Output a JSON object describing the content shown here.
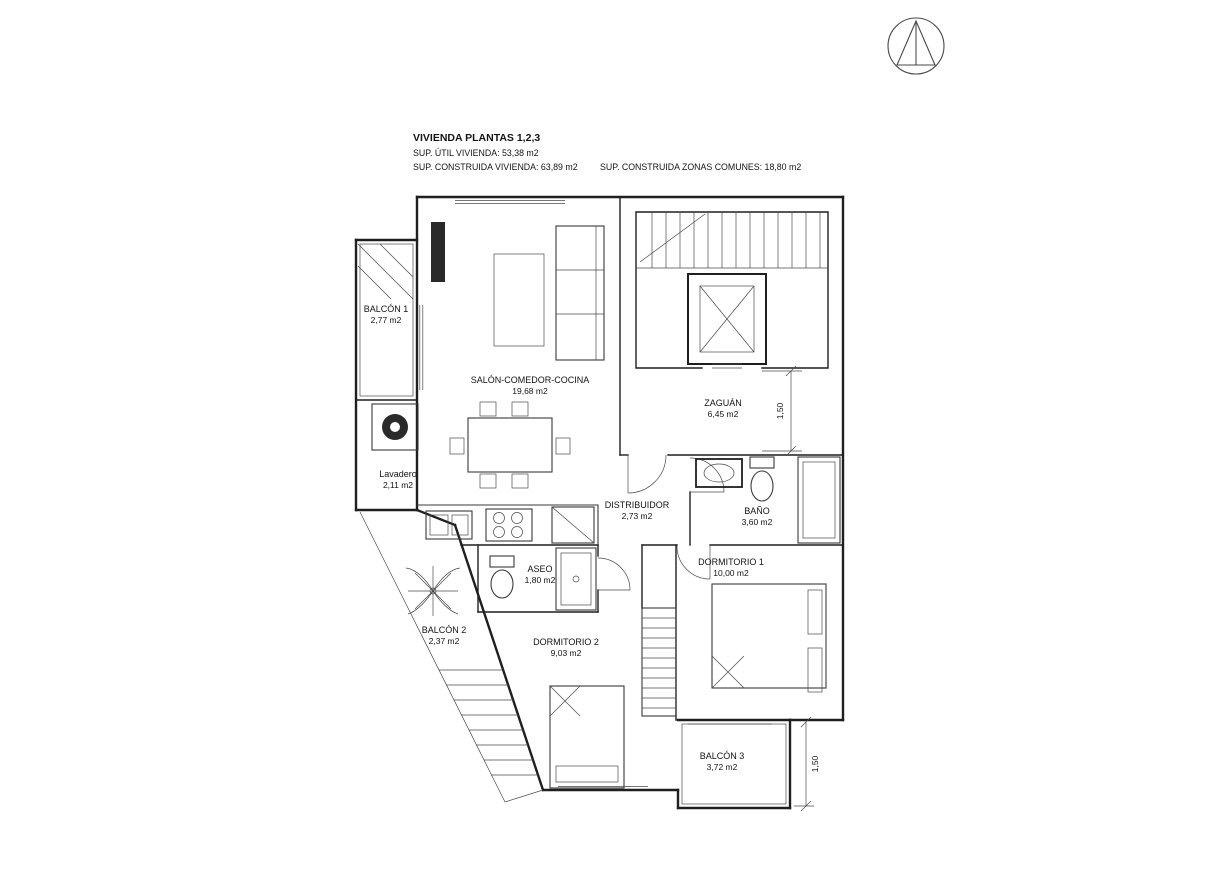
{
  "title_block": {
    "title": "VIVIENDA PLANTAS 1,2,3",
    "line1": "SUP. ÚTIL VIVIENDA: 53,38 m2",
    "line2": "SUP. CONSTRUIDA VIVIENDA: 63,89 m2",
    "line3": "SUP. CONSTRUIDA ZONAS COMUNES: 18,80 m2"
  },
  "rooms": {
    "balcon1": {
      "name": "BALCÓN 1",
      "area": "2,77 m2"
    },
    "salon": {
      "name": "SALÓN-COMEDOR-COCINA",
      "area": "19,68 m2"
    },
    "zaguan": {
      "name": "ZAGUÁN",
      "area": "6,45 m2"
    },
    "lavadero": {
      "name": "Lavadero",
      "area": "2,11 m2"
    },
    "distribuidor": {
      "name": "DISTRIBUIDOR",
      "area": "2,73 m2"
    },
    "bano": {
      "name": "BAÑO",
      "area": "3,60 m2"
    },
    "aseo": {
      "name": "ASEO",
      "area": "1,80 m2"
    },
    "dormitorio1": {
      "name": "DORMITORIO 1",
      "area": "10,00 m2"
    },
    "dormitorio2": {
      "name": "DORMITORIO 2",
      "area": "9,03 m2"
    },
    "balcon2": {
      "name": "BALCÓN 2",
      "area": "2,37 m2"
    },
    "balcon3": {
      "name": "BALCÓN 3",
      "area": "3,72 m2"
    }
  },
  "dimensions": {
    "dim_right": "1,50",
    "dim_bottom": "1,50"
  }
}
